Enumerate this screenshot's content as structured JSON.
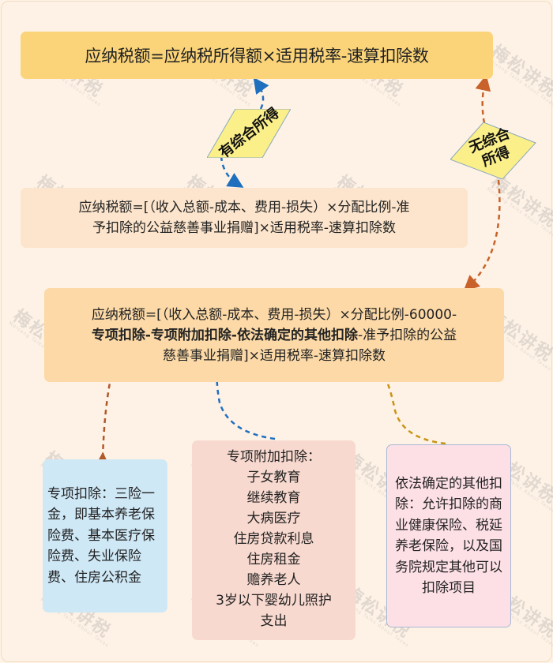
{
  "diagram": {
    "top_formula": "应纳税额=应纳税所得额×适用税率-速算扣除数",
    "branch_with_income": "有综合所得",
    "branch_without_income": {
      "line1": "无综合",
      "line2": "所得"
    },
    "mid_formula": {
      "line1": "应纳税额=[（收入总额-成本、费用-损失）×分配比例-准",
      "line2": "予扣除的公益慈善事业捐赠]×适用税率-速算扣除数"
    },
    "main_formula": {
      "line1": "应纳税额=[（收入总额-成本、费用-损失）×分配比例-60000-",
      "line2_bold_1": "专项扣除",
      "line2_sep_1": "-",
      "line2_bold_2": "专项附加扣除",
      "line2_sep_2": "-",
      "line2_bold_3": "依法确定的其他扣除",
      "line2_rest": "-准予扣除的公益",
      "line3": "慈善事业捐赠]×适用税率-速算扣除数"
    },
    "special_deduction": "专项扣除：三险一金，即基本养老保险费、基本医疗保险费、失业保险费、住房公积金",
    "special_additional_deduction": {
      "title": "专项附加扣除：",
      "items": [
        "子女教育",
        "继续教育",
        "大病医疗",
        "住房贷款利息",
        "住房租金",
        "赡养老人",
        "3岁以下婴幼儿照护",
        "支出"
      ]
    },
    "other_deduction": "依法确定的其他扣除：允许扣除的商业健康保险、税延养老保险，以及国务院规定其他可以扣除项目"
  },
  "watermark": {
    "text": "梅松讲税",
    "subtext": "Meisong Talks About Taxes"
  },
  "colors": {
    "background": "#fef2e6",
    "top_box": "#fbd479",
    "mid_box": "#fce5cc",
    "main_box": "#fcd9a7",
    "left_box": "#cfe8f6",
    "center_box": "#f8d9cf",
    "right_box": "#fde0e6",
    "diamond": "#fbef8a",
    "arrow_blue": "#1f6fbf",
    "arrow_orange": "#c8622a",
    "arrow_brown": "#b0582a",
    "arrow_gold": "#c89512"
  }
}
